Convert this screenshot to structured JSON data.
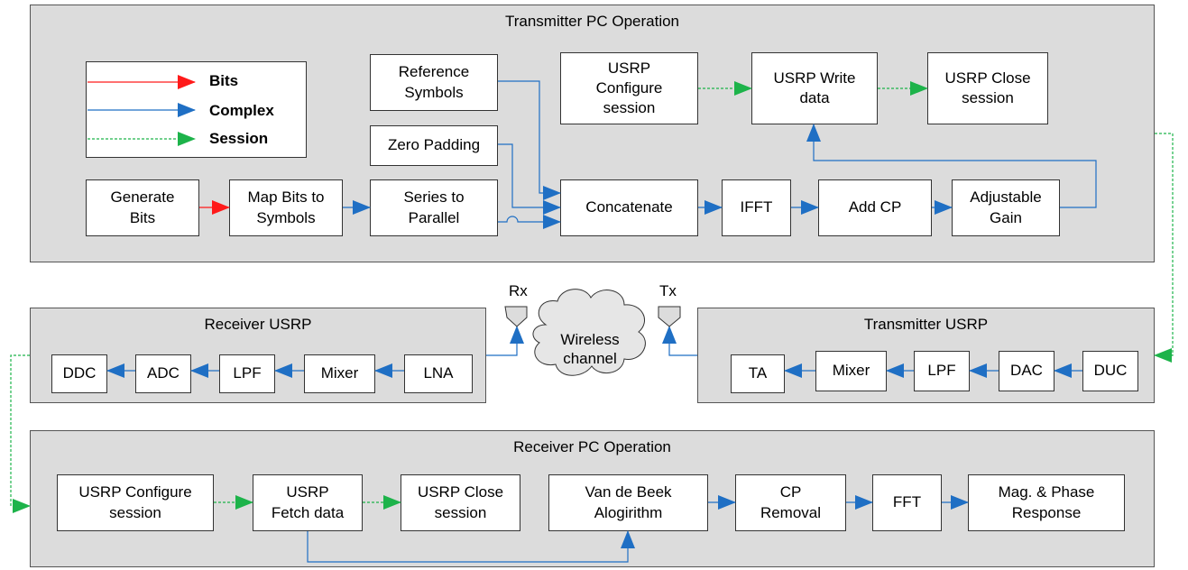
{
  "panels": {
    "tx_pc": "Transmitter PC Operation",
    "rx_usrp": "Receiver USRP",
    "tx_usrp": "Transmitter USRP",
    "rx_pc": "Receiver PC Operation"
  },
  "legend": {
    "bits": "Bits",
    "complex": "Complex",
    "session": "Session"
  },
  "colors": {
    "bits": "#ff1a1a",
    "complex": "#1f6fc4",
    "session": "#1db34a",
    "panel_bg": "#dcdcdc"
  },
  "tx_pc_blocks": {
    "reference_symbols": "Reference\nSymbols",
    "zero_padding": "Zero Padding",
    "usrp_configure": "USRP\nConfigure\nsession",
    "usrp_write": "USRP Write\ndata",
    "usrp_close": "USRP Close\nsession",
    "generate_bits": "Generate\nBits",
    "map_bits": "Map Bits to\nSymbols",
    "series_parallel": "Series to\nParallel",
    "concatenate": "Concatenate",
    "ifft": "IFFT",
    "add_cp": "Add CP",
    "adjustable_gain": "Adjustable\nGain"
  },
  "rx_usrp_blocks": {
    "ddc": "DDC",
    "adc": "ADC",
    "lpf": "LPF",
    "mixer": "Mixer",
    "lna": "LNA"
  },
  "tx_usrp_blocks": {
    "ta": "TA",
    "mixer": "Mixer",
    "lpf": "LPF",
    "dac": "DAC",
    "duc": "DUC"
  },
  "rx_pc_blocks": {
    "usrp_configure": "USRP Configure\nsession",
    "usrp_fetch": "USRP\nFetch data",
    "usrp_close": "USRP Close\nsession",
    "van_de_beek": "Van de Beek\nAlogirithm",
    "cp_removal": "CP\nRemoval",
    "fft": "FFT",
    "mag_phase": "Mag. & Phase\nResponse"
  },
  "channel": {
    "label": "Wireless\nchannel",
    "rx_antenna": "Rx",
    "tx_antenna": "Tx"
  }
}
